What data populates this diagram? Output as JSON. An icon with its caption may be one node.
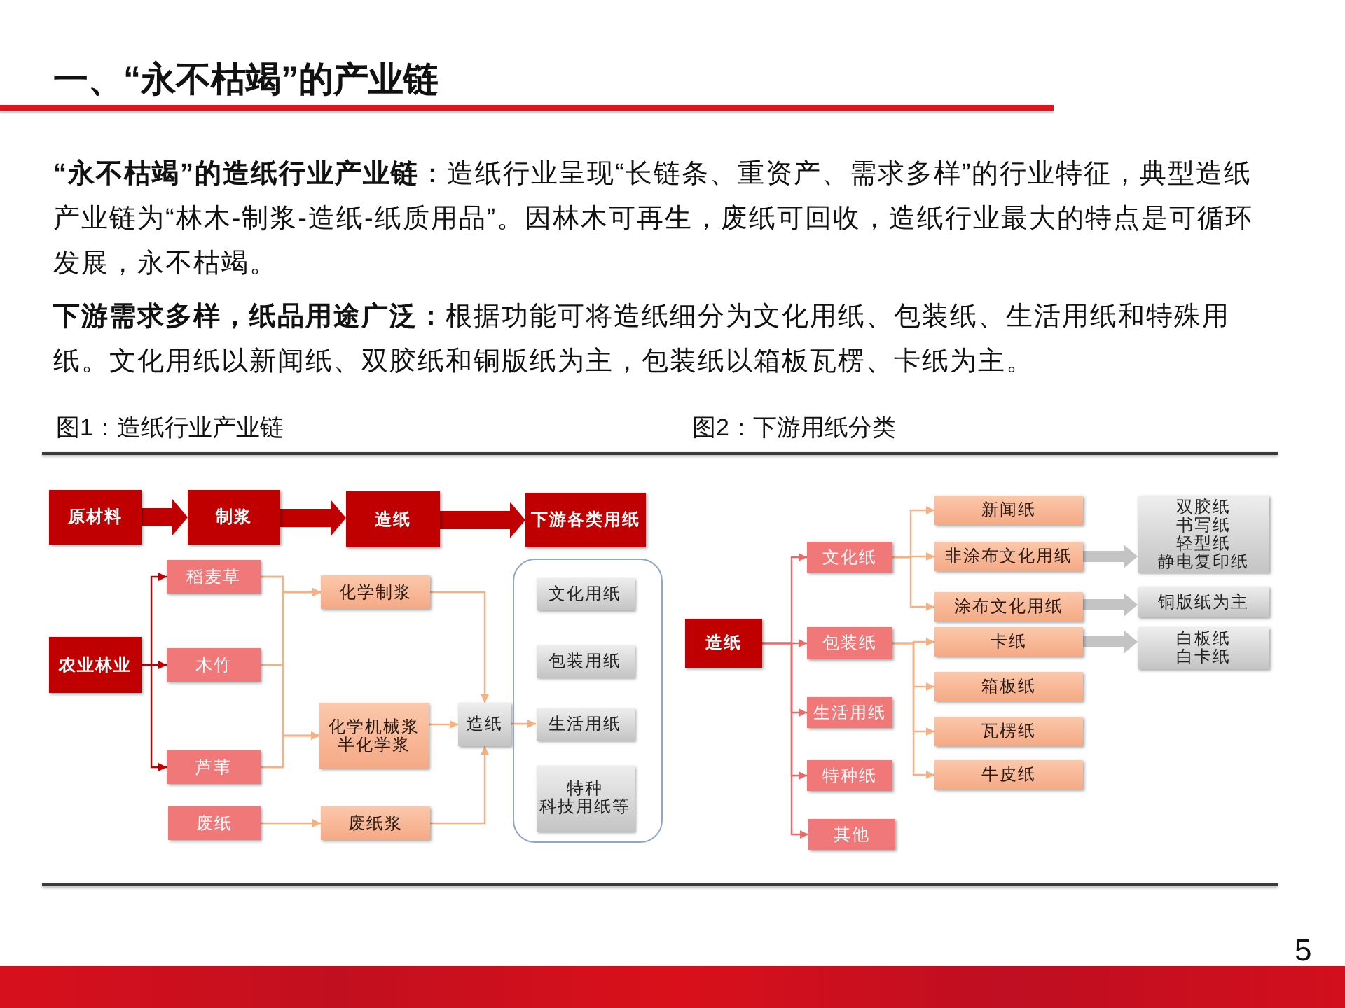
{
  "diagram": {
    "title": "一、“永不枯竭”的产业链",
    "nodes": [
      {
        "text": [
          "原材料"
        ]
      },
      {
        "text": [
          "制浆"
        ]
      },
      {
        "text": [
          "造纸"
        ]
      },
      {
        "text": [
          "下游各类用纸"
        ]
      },
      {
        "text": [
          "农业林业"
        ]
      },
      {
        "text": [
          "稻麦草"
        ]
      },
      {
        "text": [
          "木竹"
        ]
      },
      {
        "text": [
          "芦苇"
        ]
      },
      {
        "text": [
          "废纸"
        ]
      },
      {
        "text": [
          "化学制浆"
        ]
      },
      {
        "text": [
          "化学机械浆",
          "半化学浆"
        ]
      },
      {
        "text": [
          "废纸浆"
        ]
      },
      {
        "text": [
          "造纸"
        ]
      },
      {
        "text": [],
        "shape": "box"
      },
      {
        "text": [
          "文化用纸"
        ],
        "in": 13
      },
      {
        "text": [
          "包装用纸"
        ],
        "in": 13
      },
      {
        "text": [
          "生活用纸"
        ],
        "in": 13
      },
      {
        "text": [
          "特种",
          "科技用纸等"
        ],
        "in": 13
      },
      {
        "text": [
          "造纸"
        ]
      },
      {
        "text": [
          "文化纸"
        ]
      },
      {
        "text": [
          "包装纸"
        ]
      },
      {
        "text": [
          "生活用纸"
        ]
      },
      {
        "text": [
          "特种纸"
        ]
      },
      {
        "text": [
          "其他"
        ]
      },
      {
        "text": [
          "新闻纸"
        ]
      },
      {
        "text": [
          "非涂布文化用纸"
        ]
      },
      {
        "text": [
          "涂布文化用纸"
        ]
      },
      {
        "text": [
          "卡纸"
        ]
      },
      {
        "text": [
          "箱板纸"
        ]
      },
      {
        "text": [
          "瓦楞纸"
        ]
      },
      {
        "text": [
          "牛皮纸"
        ]
      },
      {
        "text": [
          "双胶纸",
          "书写纸",
          "轻型纸",
          "静电复印纸"
        ]
      },
      {
        "text": [
          "铜版纸为主"
        ]
      },
      {
        "text": [
          "白板纸",
          "白卡纸"
        ]
      }
    ],
    "edges": [
      {
        "from": 0,
        "to": 1,
        "arrow": "to",
        "style": "thick",
        "color": "#c00000"
      },
      {
        "from": 1,
        "to": 2,
        "arrow": "to",
        "style": "thick",
        "color": "#c00000"
      },
      {
        "from": 2,
        "to": 3,
        "arrow": "to",
        "style": "thick",
        "color": "#c00000"
      },
      {
        "from": 4,
        "to": 5,
        "arrow": "to",
        "color": "#c00000"
      },
      {
        "from": 4,
        "to": 6,
        "arrow": "to",
        "color": "#c00000"
      },
      {
        "from": 4,
        "to": 7,
        "arrow": "to",
        "color": "#c00000"
      },
      {
        "from": 5,
        "to": 9,
        "arrow": "to"
      },
      {
        "from": 5,
        "to": 10,
        "arrow": "to"
      },
      {
        "from": 6,
        "to": 9,
        "arrow": "to"
      },
      {
        "from": 6,
        "to": 10,
        "arrow": "to"
      },
      {
        "from": 7,
        "to": 9,
        "arrow": "to"
      },
      {
        "from": 7,
        "to": 10,
        "arrow": "to"
      },
      {
        "from": 8,
        "to": 11,
        "arrow": "to"
      },
      {
        "from": 9,
        "to": 12,
        "arrow": "to"
      },
      {
        "from": 10,
        "to": 12,
        "arrow": "to"
      },
      {
        "from": 11,
        "to": 12,
        "arrow": "to"
      },
      {
        "from": 12,
        "to": 16,
        "arrow": "to"
      },
      {
        "from": 18,
        "to": 19,
        "arrow": "to",
        "color": "#e46c6c"
      },
      {
        "from": 18,
        "to": 20,
        "arrow": "to",
        "color": "#e46c6c"
      },
      {
        "from": 18,
        "to": 21,
        "arrow": "to",
        "color": "#e46c6c"
      },
      {
        "from": 18,
        "to": 22,
        "arrow": "to",
        "color": "#e46c6c"
      },
      {
        "from": 18,
        "to": 23,
        "arrow": "to",
        "color": "#e46c6c"
      },
      {
        "from": 19,
        "to": 24,
        "arrow": "to"
      },
      {
        "from": 19,
        "to": 25,
        "arrow": "to"
      },
      {
        "from": 19,
        "to": 26,
        "arrow": "to"
      },
      {
        "from": 20,
        "to": 27,
        "arrow": "to"
      },
      {
        "from": 20,
        "to": 28,
        "arrow": "to"
      },
      {
        "from": 20,
        "to": 29,
        "arrow": "to"
      },
      {
        "from": 20,
        "to": 30,
        "arrow": "to"
      },
      {
        "from": 25,
        "to": 31,
        "arrow": "to",
        "style": "thick",
        "color": "#c4c4c4"
      },
      {
        "from": 26,
        "to": 32,
        "arrow": "to",
        "style": "thick",
        "color": "#c4c4c4"
      },
      {
        "from": 27,
        "to": 33,
        "arrow": "to",
        "style": "thick",
        "color": "#c4c4c4"
      }
    ],
    "labels": [
      "**“永不枯竭”的造纸行业产业链**：造纸行业呈现“长链条、重资产、需求多样”的行业特征，典型造纸产业链为“林木-制浆-造纸-纸质用品”。因林木可再生，废纸可回收，造纸行业最大的特点是可循环发展，永不枯竭。",
      "**下游需求多样，纸品用途广泛：**根据功能可将造纸细分为文化用纸、包装纸、生活用纸和特殊用纸。文化用纸以新闻纸、双胶纸和铜版纸为主，包装纸以箱板瓦楞、卡纸为主。",
      "图1：造纸行业产业链",
      "图2：下游用纸分类",
      "5"
    ]
  }
}
